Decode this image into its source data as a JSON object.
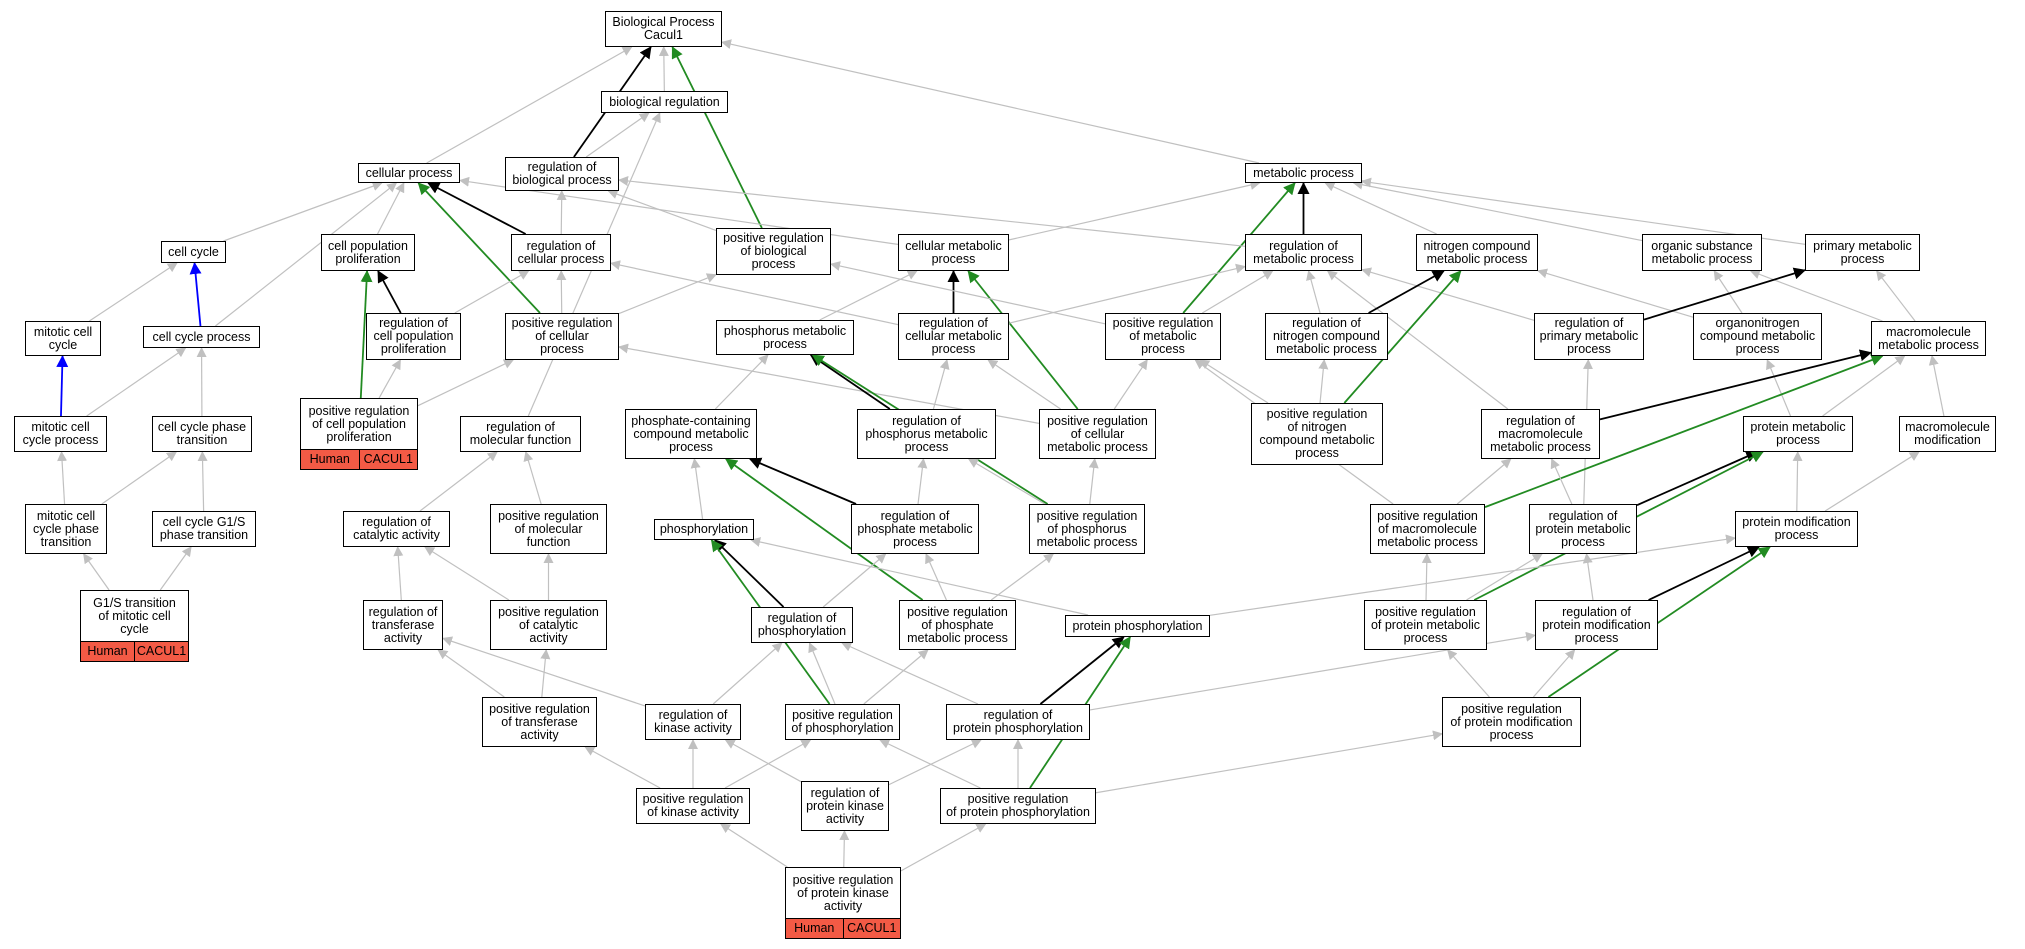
{
  "colors": {
    "is_a": "#c0c0c0",
    "part_of": "#0000ff",
    "regulates": "#000000",
    "positively_regulates": "#228b22",
    "annotation": "#f35a45"
  },
  "nodes": {
    "n_root": {
      "label": "Biological Process\nCacul1"
    },
    "n_bioreg": {
      "label": "biological regulation"
    },
    "n_cellproc": {
      "label": "cellular process"
    },
    "n_regbio": {
      "label": "regulation of\nbiological process"
    },
    "n_metab": {
      "label": "metabolic process"
    },
    "n_cellcycle": {
      "label": "cell cycle"
    },
    "n_cellpop": {
      "label": "cell population\nproliferation"
    },
    "n_regcell": {
      "label": "regulation of\ncellular process"
    },
    "n_posregbio": {
      "label": "positive regulation\nof biological\nprocess"
    },
    "n_cellmetab": {
      "label": "cellular metabolic\nprocess"
    },
    "n_regmetab": {
      "label": "regulation of\nmetabolic process"
    },
    "n_nitro": {
      "label": "nitrogen compound\nmetabolic process"
    },
    "n_orgsub": {
      "label": "organic substance\nmetabolic process"
    },
    "n_primary": {
      "label": "primary metabolic\nprocess"
    },
    "n_mitcycle": {
      "label": "mitotic cell\ncycle"
    },
    "n_ccproc": {
      "label": "cell cycle process"
    },
    "n_regcellpop": {
      "label": "regulation of\ncell population\nproliferation"
    },
    "n_posregcell": {
      "label": "positive regulation\nof cellular\nprocess"
    },
    "n_phosmetab": {
      "label": "phosphorus metabolic\nprocess"
    },
    "n_regcellmetab": {
      "label": "regulation of\ncellular metabolic\nprocess"
    },
    "n_posregmetab": {
      "label": "positive regulation\nof metabolic\nprocess"
    },
    "n_regnitro": {
      "label": "regulation of\nnitrogen compound\nmetabolic process"
    },
    "n_regprimary": {
      "label": "regulation of\nprimary metabolic\nprocess"
    },
    "n_orgnitro": {
      "label": "organonitrogen\ncompound metabolic\nprocess"
    },
    "n_macro": {
      "label": "macromolecule\nmetabolic process"
    },
    "n_posregcellpop": {
      "label": "positive regulation\nof cell population\nproliferation",
      "tags": [
        "Human",
        "CACUL1"
      ]
    },
    "n_mitccproc": {
      "label": "mitotic cell\ncycle process"
    },
    "n_ccphase": {
      "label": "cell cycle phase\ntransition"
    },
    "n_regmolfn": {
      "label": "regulation of\nmolecular function"
    },
    "n_phoscont": {
      "label": "phosphate-containing\ncompound metabolic\nprocess"
    },
    "n_regphosmetab": {
      "label": "regulation of\nphosphorus metabolic\nprocess"
    },
    "n_posregcellmetab": {
      "label": "positive regulation\nof cellular\nmetabolic process"
    },
    "n_posregnitro": {
      "label": "positive regulation\nof nitrogen\ncompound metabolic\nprocess"
    },
    "n_regmacro": {
      "label": "regulation of\nmacromolecule\nmetabolic process"
    },
    "n_protmetab": {
      "label": "protein metabolic\nprocess"
    },
    "n_macromod": {
      "label": "macromolecule\nmodification"
    },
    "n_mitphase": {
      "label": "mitotic cell\ncycle phase\ntransition"
    },
    "n_g1s": {
      "label": "cell cycle G1/S\nphase transition"
    },
    "n_regcat": {
      "label": "regulation of\ncatalytic activity"
    },
    "n_posregmolfn": {
      "label": "positive regulation\nof molecular\nfunction"
    },
    "n_phosph": {
      "label": "phosphorylation"
    },
    "n_regphosphate": {
      "label": "regulation of\nphosphate metabolic\nprocess"
    },
    "n_posregphosmetab": {
      "label": "positive regulation\nof phosphorus\nmetabolic process"
    },
    "n_posregmacro": {
      "label": "positive regulation\nof macromolecule\nmetabolic process"
    },
    "n_regprotmetab": {
      "label": "regulation of\nprotein metabolic\nprocess"
    },
    "n_protmod": {
      "label": "protein modification\nprocess"
    },
    "n_g1smit": {
      "label": "G1/S transition\nof mitotic cell\ncycle",
      "tags": [
        "Human",
        "CACUL1"
      ]
    },
    "n_regtrans": {
      "label": "regulation of\ntransferase\nactivity"
    },
    "n_posregcat": {
      "label": "positive regulation\nof catalytic\nactivity"
    },
    "n_regphosphor": {
      "label": "regulation of\nphosphorylation"
    },
    "n_posregphosphate": {
      "label": "positive regulation\nof phosphate\nmetabolic process"
    },
    "n_protphos": {
      "label": "protein phosphorylation"
    },
    "n_posregprotmetab": {
      "label": "positive regulation\nof protein metabolic\nprocess"
    },
    "n_regprotmod": {
      "label": "regulation of\nprotein modification\nprocess"
    },
    "n_posregtrans": {
      "label": "positive regulation\nof transferase\nactivity"
    },
    "n_regkinase": {
      "label": "regulation of\nkinase activity"
    },
    "n_posregphosphor": {
      "label": "positive regulation\nof phosphorylation"
    },
    "n_regprotphos": {
      "label": "regulation of\nprotein phosphorylation"
    },
    "n_posregprotmod": {
      "label": "positive regulation\nof protein modification\nprocess"
    },
    "n_posregkinase": {
      "label": "positive regulation\nof kinase activity"
    },
    "n_regprotkinase": {
      "label": "regulation of\nprotein kinase\nactivity"
    },
    "n_posregprotphos": {
      "label": "positive regulation\nof protein phosphorylation"
    },
    "n_posregprotkinase": {
      "label": "positive regulation\nof protein kinase\nactivity",
      "tags": [
        "Human",
        "CACUL1"
      ]
    }
  },
  "edges": [
    [
      "n_bioreg",
      "n_root",
      "is_a"
    ],
    [
      "n_cellproc",
      "n_root",
      "is_a"
    ],
    [
      "n_metab",
      "n_root",
      "is_a"
    ],
    [
      "n_regbio",
      "n_root",
      "regulates"
    ],
    [
      "n_posregbio",
      "n_root",
      "positively_regulates"
    ],
    [
      "n_regbio",
      "n_bioreg",
      "is_a"
    ],
    [
      "n_regmolfn",
      "n_bioreg",
      "is_a"
    ],
    [
      "n_cellcycle",
      "n_cellproc",
      "is_a"
    ],
    [
      "n_cellpop",
      "n_cellproc",
      "is_a"
    ],
    [
      "n_ccproc",
      "n_cellproc",
      "is_a"
    ],
    [
      "n_regcell",
      "n_cellproc",
      "regulates"
    ],
    [
      "n_posregcell",
      "n_cellproc",
      "positively_regulates"
    ],
    [
      "n_cellmetab",
      "n_cellproc",
      "is_a"
    ],
    [
      "n_posregbio",
      "n_regbio",
      "is_a"
    ],
    [
      "n_regcell",
      "n_regbio",
      "is_a"
    ],
    [
      "n_cellmetab",
      "n_metab",
      "is_a"
    ],
    [
      "n_regmetab",
      "n_metab",
      "regulates"
    ],
    [
      "n_posregmetab",
      "n_metab",
      "positively_regulates"
    ],
    [
      "n_nitro",
      "n_metab",
      "is_a"
    ],
    [
      "n_orgsub",
      "n_metab",
      "is_a"
    ],
    [
      "n_primary",
      "n_metab",
      "is_a"
    ],
    [
      "n_regmetab",
      "n_regbio",
      "is_a"
    ],
    [
      "n_ccproc",
      "n_cellcycle",
      "part_of"
    ],
    [
      "n_mitcycle",
      "n_cellcycle",
      "is_a"
    ],
    [
      "n_regcellpop",
      "n_cellpop",
      "regulates"
    ],
    [
      "n_posregcellpop",
      "n_cellpop",
      "positively_regulates"
    ],
    [
      "n_regcellpop",
      "n_regcell",
      "is_a"
    ],
    [
      "n_posregcell",
      "n_regcell",
      "is_a"
    ],
    [
      "n_regcellmetab",
      "n_regcell",
      "is_a"
    ],
    [
      "n_posregcell",
      "n_posregbio",
      "is_a"
    ],
    [
      "n_regcellmetab",
      "n_cellmetab",
      "regulates"
    ],
    [
      "n_posregcellmetab",
      "n_cellmetab",
      "positively_regulates"
    ],
    [
      "n_phosmetab",
      "n_cellmetab",
      "is_a"
    ],
    [
      "n_posregmetab",
      "n_posregbio",
      "is_a"
    ],
    [
      "n_regcellmetab",
      "n_regmetab",
      "is_a"
    ],
    [
      "n_posregmetab",
      "n_regmetab",
      "is_a"
    ],
    [
      "n_regnitro",
      "n_regmetab",
      "is_a"
    ],
    [
      "n_regprimary",
      "n_regmetab",
      "is_a"
    ],
    [
      "n_regmacro",
      "n_regmetab",
      "is_a"
    ],
    [
      "n_regnitro",
      "n_nitro",
      "regulates"
    ],
    [
      "n_posregnitro",
      "n_nitro",
      "positively_regulates"
    ],
    [
      "n_orgnitro",
      "n_nitro",
      "is_a"
    ],
    [
      "n_orgnitro",
      "n_orgsub",
      "is_a"
    ],
    [
      "n_macro",
      "n_orgsub",
      "is_a"
    ],
    [
      "n_regprimary",
      "n_primary",
      "regulates"
    ],
    [
      "n_macro",
      "n_primary",
      "is_a"
    ],
    [
      "n_mitccproc",
      "n_mitcycle",
      "part_of"
    ],
    [
      "n_mitccproc",
      "n_ccproc",
      "is_a"
    ],
    [
      "n_ccphase",
      "n_ccproc",
      "is_a"
    ],
    [
      "n_posregcellpop",
      "n_regcellpop",
      "is_a"
    ],
    [
      "n_posregcellpop",
      "n_posregcell",
      "is_a"
    ],
    [
      "n_posregcellmetab",
      "n_posregcell",
      "is_a"
    ],
    [
      "n_phoscont",
      "n_phosmetab",
      "is_a"
    ],
    [
      "n_regphosmetab",
      "n_phosmetab",
      "regulates"
    ],
    [
      "n_posregphosmetab",
      "n_phosmetab",
      "positively_regulates"
    ],
    [
      "n_regphosmetab",
      "n_regcellmetab",
      "is_a"
    ],
    [
      "n_posregcellmetab",
      "n_regcellmetab",
      "is_a"
    ],
    [
      "n_posregcellmetab",
      "n_posregmetab",
      "is_a"
    ],
    [
      "n_posregnitro",
      "n_posregmetab",
      "is_a"
    ],
    [
      "n_posregmacro",
      "n_posregmetab",
      "is_a"
    ],
    [
      "n_posregnitro",
      "n_regnitro",
      "is_a"
    ],
    [
      "n_regprotmetab",
      "n_regprimary",
      "is_a"
    ],
    [
      "n_protmetab",
      "n_orgnitro",
      "is_a"
    ],
    [
      "n_regmacro",
      "n_macro",
      "regulates"
    ],
    [
      "n_posregmacro",
      "n_macro",
      "positively_regulates"
    ],
    [
      "n_protmetab",
      "n_macro",
      "is_a"
    ],
    [
      "n_macromod",
      "n_macro",
      "is_a"
    ],
    [
      "n_mitphase",
      "n_mitccproc",
      "is_a"
    ],
    [
      "n_mitphase",
      "n_ccphase",
      "is_a"
    ],
    [
      "n_g1s",
      "n_ccphase",
      "is_a"
    ],
    [
      "n_regcat",
      "n_regmolfn",
      "is_a"
    ],
    [
      "n_posregmolfn",
      "n_regmolfn",
      "is_a"
    ],
    [
      "n_phosph",
      "n_phoscont",
      "is_a"
    ],
    [
      "n_regphosphate",
      "n_phoscont",
      "regulates"
    ],
    [
      "n_posregphosphate",
      "n_phoscont",
      "positively_regulates"
    ],
    [
      "n_regphosphate",
      "n_regphosmetab",
      "is_a"
    ],
    [
      "n_posregphosmetab",
      "n_regphosmetab",
      "is_a"
    ],
    [
      "n_posregphosmetab",
      "n_posregcellmetab",
      "is_a"
    ],
    [
      "n_posregmacro",
      "n_regmacro",
      "is_a"
    ],
    [
      "n_regprotmetab",
      "n_regmacro",
      "is_a"
    ],
    [
      "n_regprotmetab",
      "n_protmetab",
      "regulates"
    ],
    [
      "n_posregprotmetab",
      "n_protmetab",
      "positively_regulates"
    ],
    [
      "n_protmod",
      "n_protmetab",
      "is_a"
    ],
    [
      "n_protmod",
      "n_macromod",
      "is_a"
    ],
    [
      "n_g1smit",
      "n_mitphase",
      "is_a"
    ],
    [
      "n_g1smit",
      "n_g1s",
      "is_a"
    ],
    [
      "n_regtrans",
      "n_regcat",
      "is_a"
    ],
    [
      "n_posregcat",
      "n_regcat",
      "is_a"
    ],
    [
      "n_posregcat",
      "n_posregmolfn",
      "is_a"
    ],
    [
      "n_regphosphor",
      "n_phosph",
      "regulates"
    ],
    [
      "n_posregphosphor",
      "n_phosph",
      "positively_regulates"
    ],
    [
      "n_protphos",
      "n_phosph",
      "is_a"
    ],
    [
      "n_regphosphor",
      "n_regphosphate",
      "is_a"
    ],
    [
      "n_posregphosphate",
      "n_regphosphate",
      "is_a"
    ],
    [
      "n_posregphosphate",
      "n_posregphosmetab",
      "is_a"
    ],
    [
      "n_protphos",
      "n_protmod",
      "is_a"
    ],
    [
      "n_posregprotmetab",
      "n_posregmacro",
      "is_a"
    ],
    [
      "n_posregprotmetab",
      "n_regprotmetab",
      "is_a"
    ],
    [
      "n_regprotmod",
      "n_regprotmetab",
      "is_a"
    ],
    [
      "n_regprotmod",
      "n_protmod",
      "regulates"
    ],
    [
      "n_posregprotmod",
      "n_protmod",
      "positively_regulates"
    ],
    [
      "n_posregtrans",
      "n_regtrans",
      "is_a"
    ],
    [
      "n_posregtrans",
      "n_posregcat",
      "is_a"
    ],
    [
      "n_regkinase",
      "n_regtrans",
      "is_a"
    ],
    [
      "n_regkinase",
      "n_regphosphor",
      "is_a"
    ],
    [
      "n_posregphosphor",
      "n_regphosphor",
      "is_a"
    ],
    [
      "n_posregphosphor",
      "n_posregphosphate",
      "is_a"
    ],
    [
      "n_regprotphos",
      "n_regphosphor",
      "is_a"
    ],
    [
      "n_regprotphos",
      "n_protphos",
      "regulates"
    ],
    [
      "n_posregprotphos",
      "n_protphos",
      "positively_regulates"
    ],
    [
      "n_regprotphos",
      "n_regprotmod",
      "is_a"
    ],
    [
      "n_posregprotmod",
      "n_posregprotmetab",
      "is_a"
    ],
    [
      "n_posregprotmod",
      "n_regprotmod",
      "is_a"
    ],
    [
      "n_posregkinase",
      "n_regkinase",
      "is_a"
    ],
    [
      "n_posregkinase",
      "n_posregtrans",
      "is_a"
    ],
    [
      "n_posregkinase",
      "n_posregphosphor",
      "is_a"
    ],
    [
      "n_regprotkinase",
      "n_regkinase",
      "is_a"
    ],
    [
      "n_regprotkinase",
      "n_regprotphos",
      "is_a"
    ],
    [
      "n_posregprotphos",
      "n_regprotphos",
      "is_a"
    ],
    [
      "n_posregprotphos",
      "n_posregphosphor",
      "is_a"
    ],
    [
      "n_posregprotphos",
      "n_posregprotmod",
      "is_a"
    ],
    [
      "n_posregprotkinase",
      "n_posregkinase",
      "is_a"
    ],
    [
      "n_posregprotkinase",
      "n_regprotkinase",
      "is_a"
    ],
    [
      "n_posregprotkinase",
      "n_posregprotphos",
      "is_a"
    ]
  ]
}
